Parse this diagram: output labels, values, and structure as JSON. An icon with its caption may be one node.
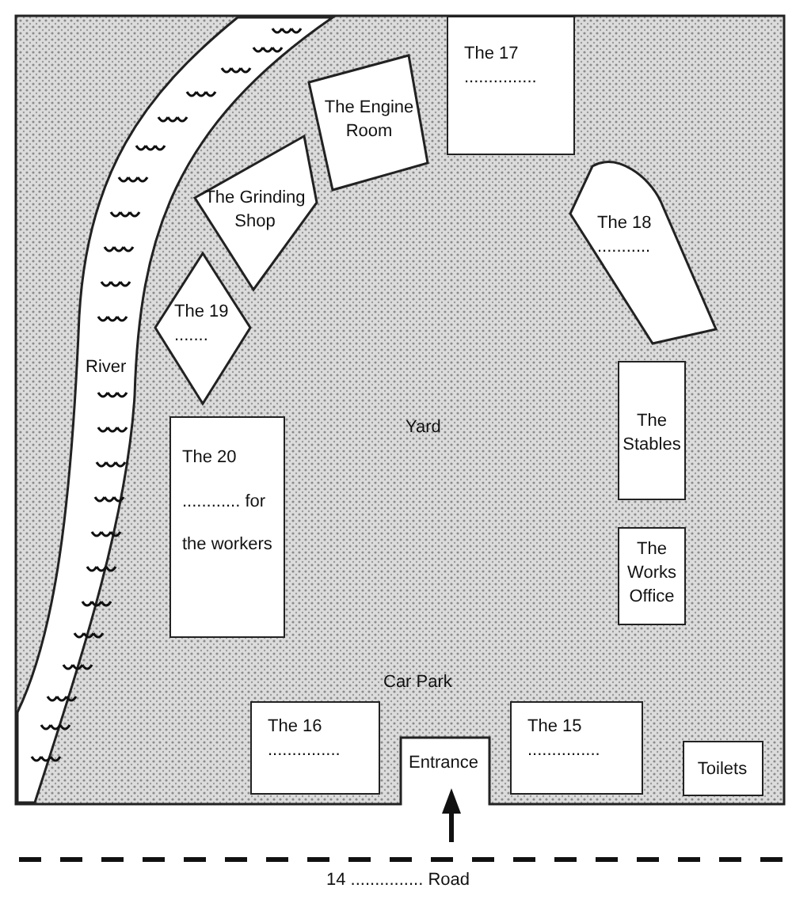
{
  "diagram": {
    "nodes": [
      {
        "text": [
          "The 17 ..............."
        ]
      },
      {
        "text": [
          "The Engine Room"
        ]
      },
      {
        "text": [
          "The Grinding Shop"
        ]
      },
      {
        "text": [
          "The 18 ..........."
        ]
      },
      {
        "text": [
          "The 19 ......."
        ]
      },
      {
        "text": [
          "The Stables"
        ]
      },
      {
        "text": [
          "The 20 ............ for the workers"
        ]
      },
      {
        "text": [
          "The Works Office"
        ]
      },
      {
        "text": [
          "The 16 ..............."
        ]
      },
      {
        "text": [
          "The 15 ..............."
        ]
      },
      {
        "text": [
          "Toilets"
        ]
      }
    ],
    "labels": [
      "River",
      "Yard",
      "Car Park",
      "Entrance",
      "14 ............... Road"
    ]
  }
}
